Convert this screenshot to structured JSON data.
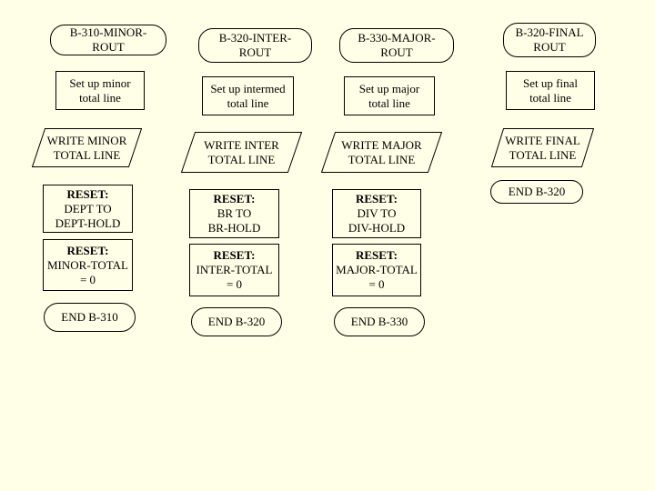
{
  "columns": [
    {
      "start": [
        "B-310-MINOR-",
        "ROUT"
      ],
      "process": [
        "Set up minor",
        "total  line"
      ],
      "write": [
        "WRITE MINOR",
        "TOTAL LINE"
      ],
      "reset1": [
        "RESET:",
        "DEPT TO",
        "DEPT-HOLD"
      ],
      "reset2": [
        "RESET:",
        "MINOR-TOTAL",
        "= 0"
      ],
      "end": "END B-310"
    },
    {
      "start": [
        "B-320-INTER-",
        "ROUT"
      ],
      "process": [
        "Set up intermed",
        "total  line"
      ],
      "write": [
        "WRITE INTER",
        "TOTAL LINE"
      ],
      "reset1": [
        "RESET:",
        "BR TO",
        "BR-HOLD"
      ],
      "reset2": [
        "RESET:",
        "INTER-TOTAL",
        "= 0"
      ],
      "end": "END B-320"
    },
    {
      "start": [
        "B-330-MAJOR-",
        "ROUT"
      ],
      "process": [
        "Set up major",
        "total  line"
      ],
      "write": [
        "WRITE MAJOR",
        "TOTAL LINE"
      ],
      "reset1": [
        "RESET:",
        "DIV TO",
        "DIV-HOLD"
      ],
      "reset2": [
        "RESET:",
        "MAJOR-TOTAL",
        "= 0"
      ],
      "end": "END B-330"
    },
    {
      "start": [
        "B-320-FINAL",
        "ROUT"
      ],
      "process": [
        "Set up final",
        "total line"
      ],
      "write": [
        "WRITE FINAL",
        "TOTAL LINE"
      ],
      "end": "END B-320"
    }
  ]
}
